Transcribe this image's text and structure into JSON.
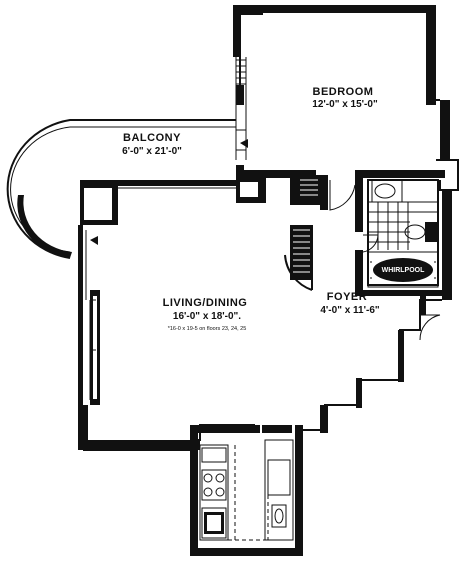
{
  "rooms": {
    "bedroom": {
      "name": "BEDROOM",
      "dims": "12'-0\" x 15'-0\""
    },
    "balcony": {
      "name": "BALCONY",
      "dims": "6'-0\" x 21'-0\""
    },
    "living": {
      "name": "LIVING/DINING",
      "dims": "16'-0\" x 18'-0\".",
      "note": "*16-0 x 19-5 on floors 23, 24, 25"
    },
    "foyer": {
      "name": "FOYER",
      "dims": "4'-0\" x 11'-6\""
    }
  },
  "fixtures": {
    "whirlpool": "WHIRLPOOL"
  }
}
